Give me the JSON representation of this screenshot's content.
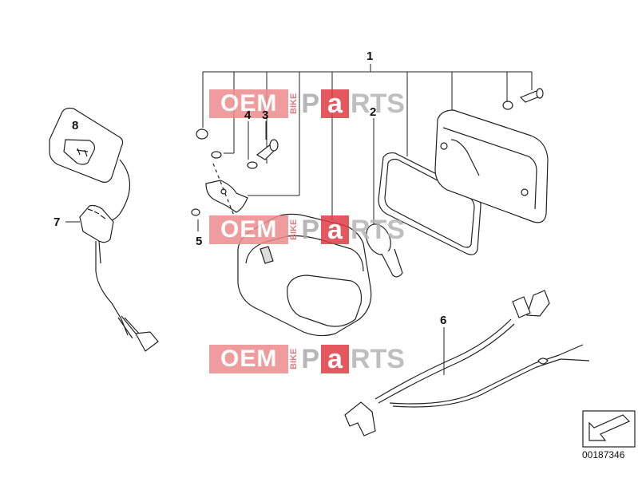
{
  "callouts": [
    {
      "id": "c1",
      "label": "1"
    },
    {
      "id": "c2",
      "label": "2"
    },
    {
      "id": "c3",
      "label": "3"
    },
    {
      "id": "c4",
      "label": "4"
    },
    {
      "id": "c5",
      "label": "5"
    },
    {
      "id": "c6",
      "label": "6"
    },
    {
      "id": "c7",
      "label": "7"
    },
    {
      "id": "c8",
      "label": "8"
    }
  ],
  "watermark": {
    "oem": "OEM",
    "bike": "BIKE",
    "p": "P",
    "a": "a",
    "rts": "RTS"
  },
  "document_number": "00187346",
  "colors": {
    "line": "#222222",
    "watermark_pink": "#ec8b8e",
    "watermark_red": "#e03b45"
  }
}
